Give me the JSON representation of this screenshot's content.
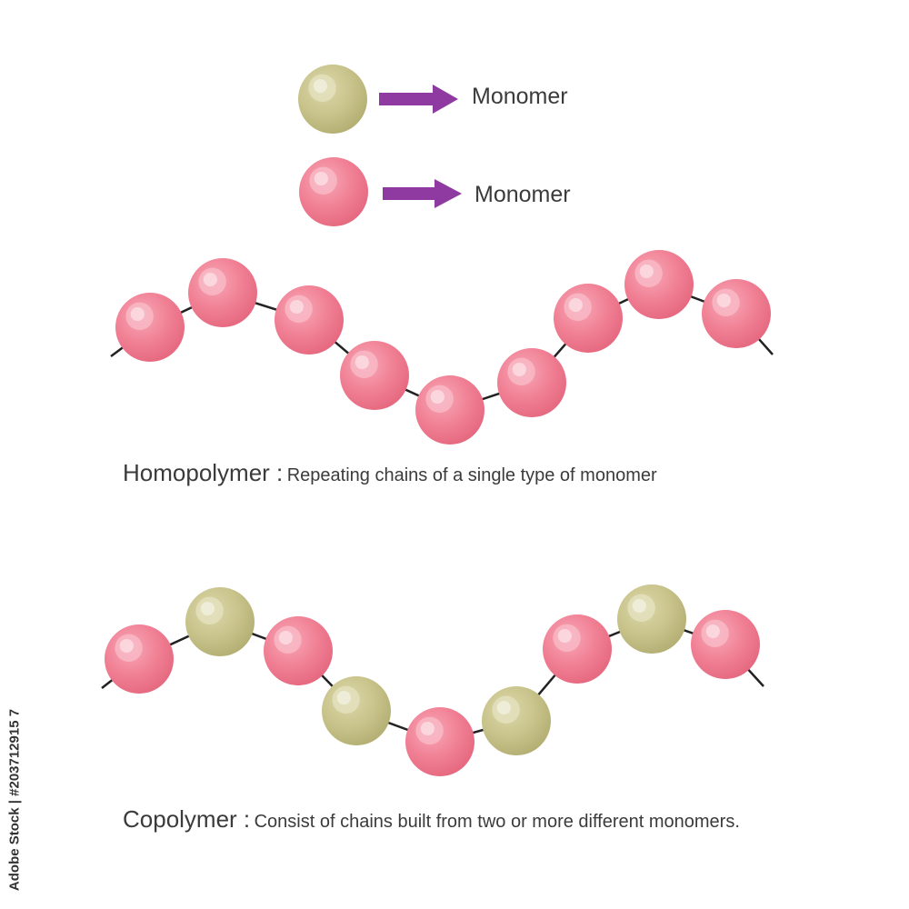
{
  "legend": [
    {
      "label": "Monomer",
      "monomer": "olive"
    },
    {
      "label": "Monomer",
      "monomer": "pink"
    }
  ],
  "colors": {
    "pink": {
      "base": "#f18195",
      "light": "#f8b8c6",
      "dark": "#e25c74"
    },
    "olive": {
      "base": "#c9c48c",
      "light": "#e3e0bd",
      "dark": "#aba764"
    },
    "arrow": "#8e3aa0",
    "chain": "#222222"
  },
  "homopolymer": {
    "term": "Homopolymer :",
    "description": "Repeating chains of a single type of monomer",
    "sequence": [
      "pink",
      "pink",
      "pink",
      "pink",
      "pink",
      "pink",
      "pink",
      "pink",
      "pink"
    ]
  },
  "copolymer": {
    "term": "Copolymer :",
    "description": "Consist of chains built from two or more different monomers.",
    "sequence": [
      "pink",
      "olive",
      "pink",
      "olive",
      "pink",
      "olive",
      "pink",
      "olive",
      "pink"
    ]
  },
  "watermark": "Adobe Stock | #203712915 7"
}
